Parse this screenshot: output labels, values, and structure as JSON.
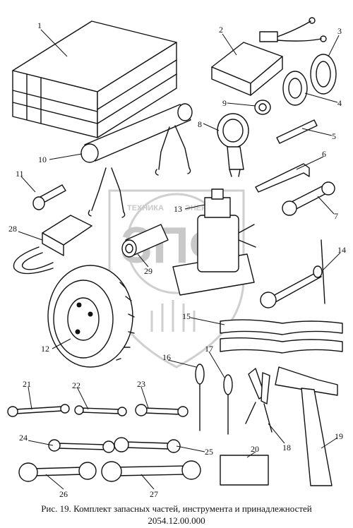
{
  "caption": {
    "line1": "Рис. 19. Комплект запасных частей, инструмента и принадлежностей",
    "line2": "2054.12.00.000"
  },
  "watermark": {
    "top_text": "ТЕХНИКА",
    "top_text_right": "ЭНЕРГИЯ",
    "letters": "ЗПФ"
  },
  "callouts": [
    {
      "n": "1"
    },
    {
      "n": "2"
    },
    {
      "n": "3"
    },
    {
      "n": "4"
    },
    {
      "n": "5"
    },
    {
      "n": "6"
    },
    {
      "n": "7"
    },
    {
      "n": "8"
    },
    {
      "n": "9"
    },
    {
      "n": "10"
    },
    {
      "n": "11"
    },
    {
      "n": "12"
    },
    {
      "n": "13"
    },
    {
      "n": "14"
    },
    {
      "n": "15"
    },
    {
      "n": "16"
    },
    {
      "n": "17"
    },
    {
      "n": "18"
    },
    {
      "n": "19"
    },
    {
      "n": "20"
    },
    {
      "n": "21"
    },
    {
      "n": "22"
    },
    {
      "n": "23"
    },
    {
      "n": "24"
    },
    {
      "n": "25"
    },
    {
      "n": "26"
    },
    {
      "n": "27"
    },
    {
      "n": "28"
    },
    {
      "n": "29"
    }
  ]
}
